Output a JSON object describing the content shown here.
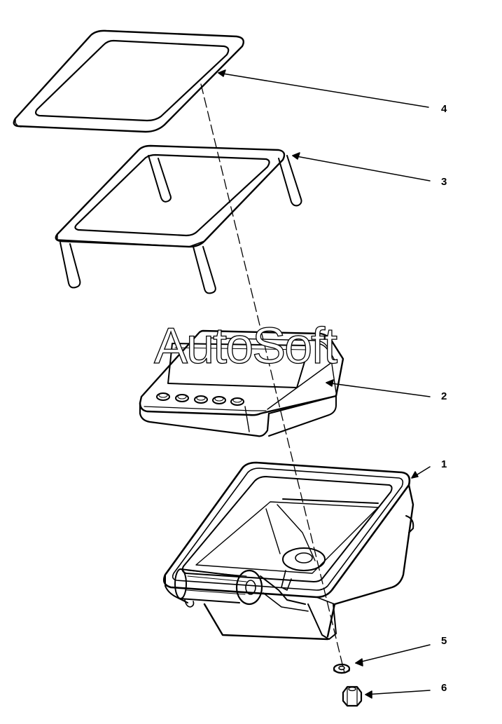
{
  "callouts": {
    "part1": "1",
    "part2": "2",
    "part3": "3",
    "part4": "4",
    "part5": "5",
    "part6": "6"
  },
  "watermark": "AutoSoft"
}
